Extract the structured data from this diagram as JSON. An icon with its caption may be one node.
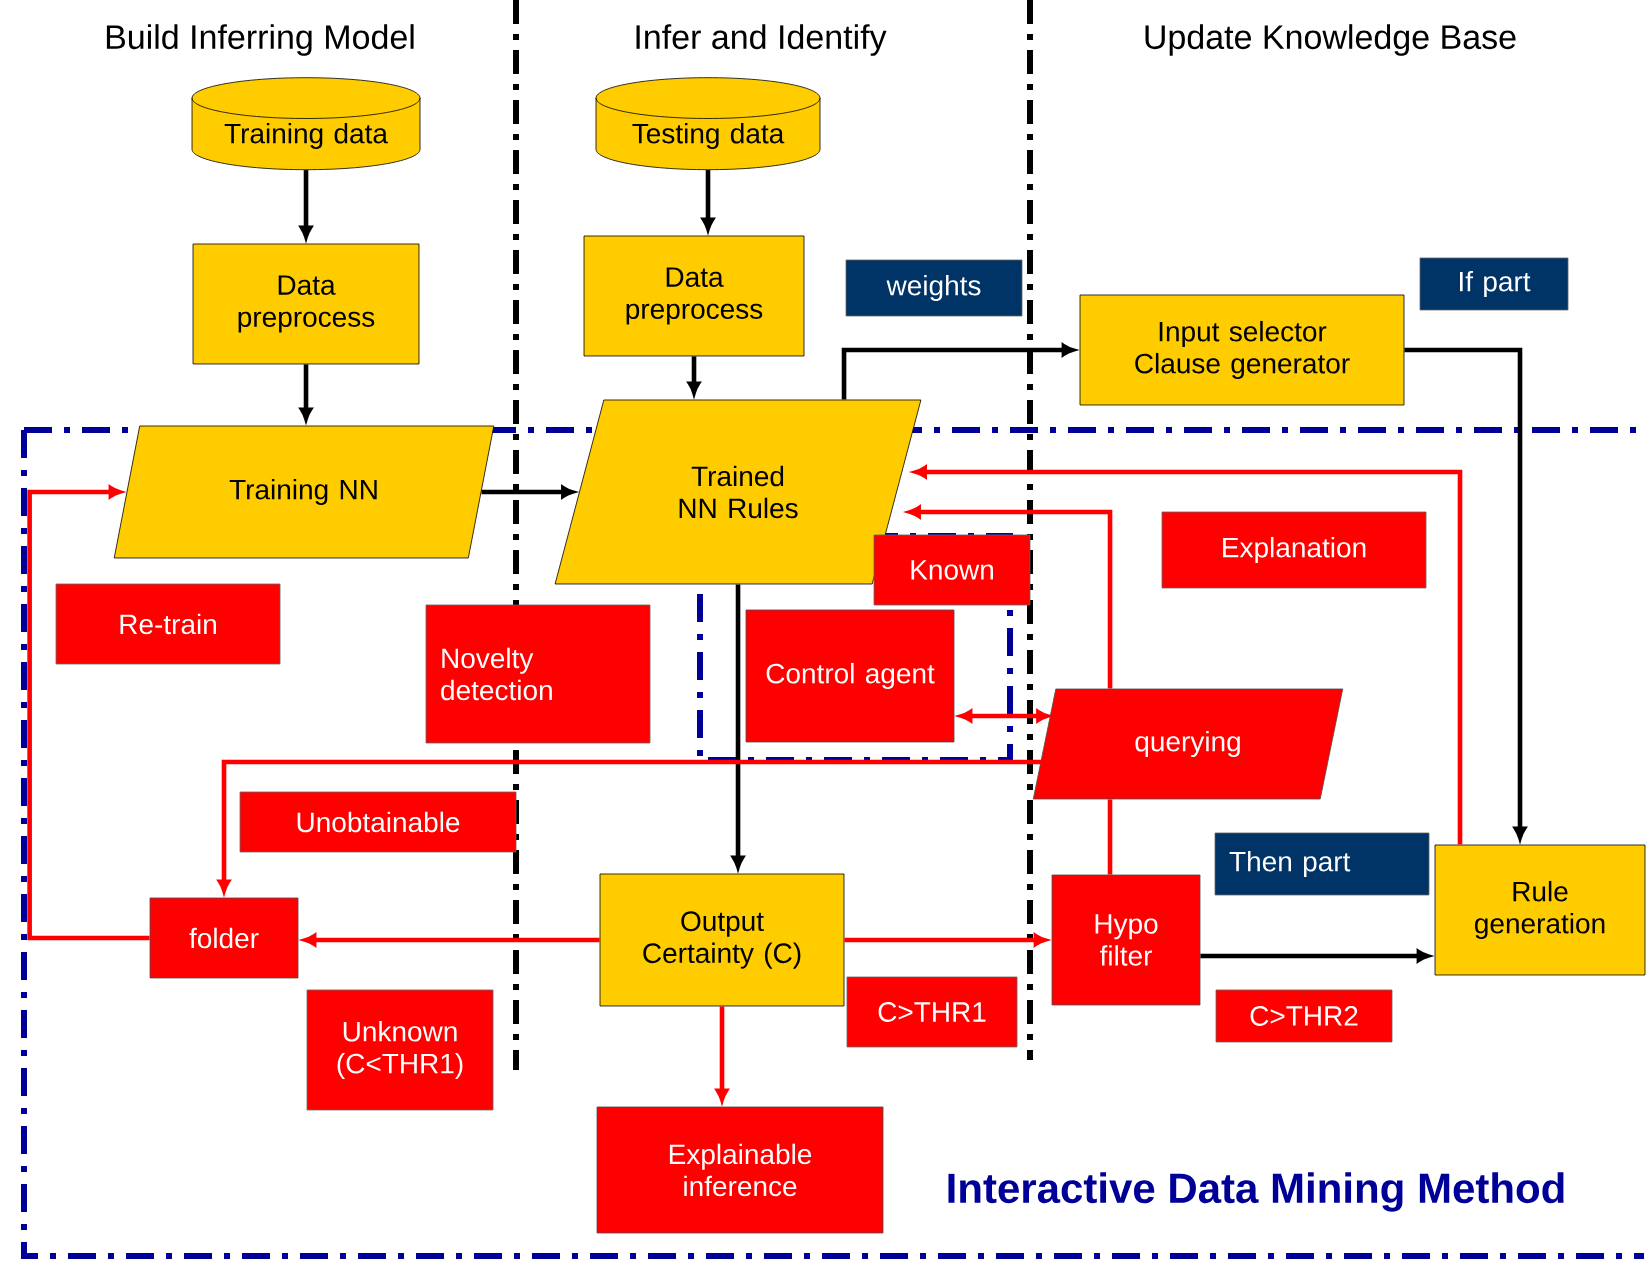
{
  "diagram": {
    "nodes": [
      {
        "text": [
          "Training data"
        ]
      },
      {
        "text": [
          "Testing data"
        ]
      },
      {
        "text": [
          "Data preprocess"
        ]
      },
      {
        "text": [
          "Data preprocess"
        ]
      },
      {
        "text": [
          "Input selector Clause generator"
        ]
      },
      {
        "text": [
          "Training NN"
        ]
      },
      {
        "text": [
          "Trained NN Rules"
        ]
      },
      {
        "text": [
          "Control agent"
        ]
      },
      {
        "text": [
          "querying"
        ]
      },
      {
        "text": [
          "folder"
        ]
      },
      {
        "text": [
          "Output Certainty (C)"
        ]
      },
      {
        "text": [
          "Hypo filter"
        ]
      },
      {
        "text": [
          "Rule generation"
        ]
      },
      {
        "text": [
          "Explainable inference"
        ]
      }
    ],
    "edges": [
      {
        "from": 0,
        "to": 2,
        "arrow": "to"
      },
      {
        "from": 1,
        "to": 3,
        "arrow": "to"
      },
      {
        "from": 2,
        "to": 5,
        "arrow": "to"
      },
      {
        "from": 3,
        "to": 6,
        "arrow": "to"
      },
      {
        "from": 6,
        "to": 4,
        "arrow": "to",
        "label": "weights"
      },
      {
        "from": 4,
        "to": 12,
        "arrow": "to",
        "label": "If part"
      },
      {
        "from": 5,
        "to": 6,
        "arrow": "to"
      },
      {
        "from": 6,
        "to": 10,
        "arrow": "to"
      },
      {
        "from": 10,
        "to": 9,
        "arrow": "to",
        "color": "#ff0000",
        "label": "Unknown (C<THR1)"
      },
      {
        "from": 10,
        "to": 11,
        "arrow": "to",
        "color": "#ff0000",
        "label": "C>THR1"
      },
      {
        "from": 10,
        "to": 13,
        "arrow": "to",
        "color": "#ff0000"
      },
      {
        "from": 11,
        "to": 12,
        "arrow": "to",
        "label": "C>THR2"
      },
      {
        "from": 9,
        "to": 5,
        "arrow": "to",
        "color": "#ff0000",
        "label": "Re-train"
      },
      {
        "from": 8,
        "to": 9,
        "arrow": "to",
        "color": "#ff0000",
        "label": "Unobtainable"
      },
      {
        "from": 7,
        "to": 8,
        "arrow": "both",
        "color": "#ff0000"
      },
      {
        "from": 11,
        "to": 8,
        "arrow": "none",
        "color": "#ff0000"
      },
      {
        "from": 8,
        "to": 6,
        "arrow": "to",
        "color": "#ff0000",
        "label": "Known"
      },
      {
        "from": 12,
        "to": 6,
        "arrow": "to",
        "color": "#ff0000",
        "label": "Explanation"
      }
    ],
    "labels": [
      "Build Inferring Model",
      "Infer and Identify",
      "Update Knowledge Base",
      "Novelty detection",
      "Then part",
      "Interactive Data Mining Method"
    ]
  }
}
